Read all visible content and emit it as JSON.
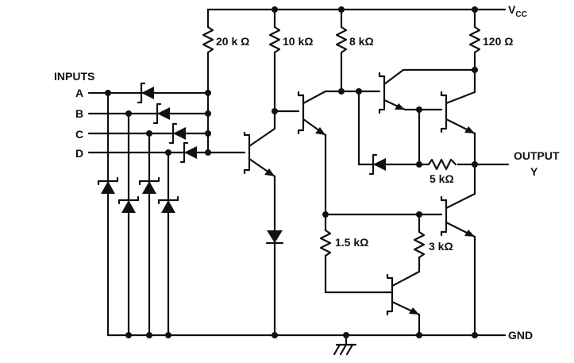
{
  "rails": {
    "vcc": "V",
    "vcc_sub": "CC",
    "gnd": "GND"
  },
  "inputs": {
    "heading": "INPUTS",
    "pins": [
      "A",
      "B",
      "C",
      "D"
    ]
  },
  "output": {
    "label": "OUTPUT",
    "pin": "Y"
  },
  "resistors": {
    "r20k": "20 k Ω",
    "r10k": "10 kΩ",
    "r8k": "8 kΩ",
    "r120": "120 Ω",
    "r5k": "5 kΩ",
    "r1_5k": "1.5 kΩ",
    "r3k": "3 kΩ"
  }
}
